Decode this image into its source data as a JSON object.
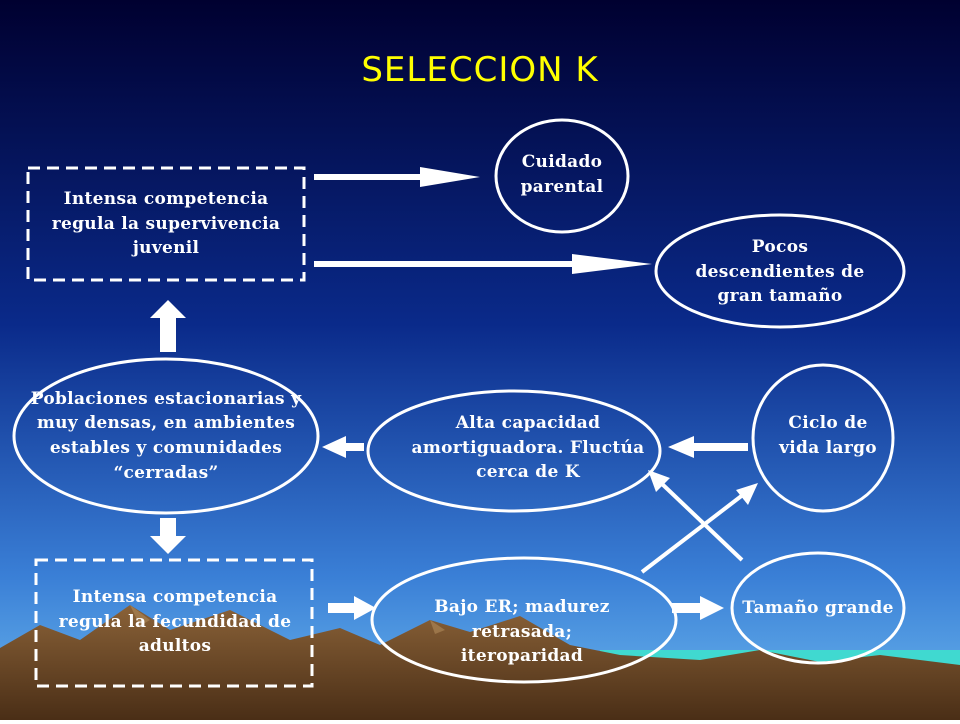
{
  "title": "SELECCION  K",
  "nodes": {
    "juvenile": "Intensa competencia regula la supervivencia juvenil",
    "parental": "Cuidado parental",
    "offspring": "Pocos descendientes de gran tamaño",
    "populations": "Poblaciones estacionarias y muy densas, en ambientes estables y comunidades “cerradas”",
    "capacity": "Alta capacidad amortiguadora. Fluctúa cerca de K",
    "lifecycle": "Ciclo de vida largo",
    "adults": "Intensa competencia regula la fecundidad de adultos",
    "er": "Bajo ER; madurez retrasada; iteroparidad",
    "size": "Tamaño grande"
  },
  "colors": {
    "title": "#ffff00",
    "text": "#ffffff",
    "background_top": "#000033",
    "background_bottom": "#5aa6e6",
    "sea": "#40d9d0",
    "mountain": "#6b4a2a"
  }
}
